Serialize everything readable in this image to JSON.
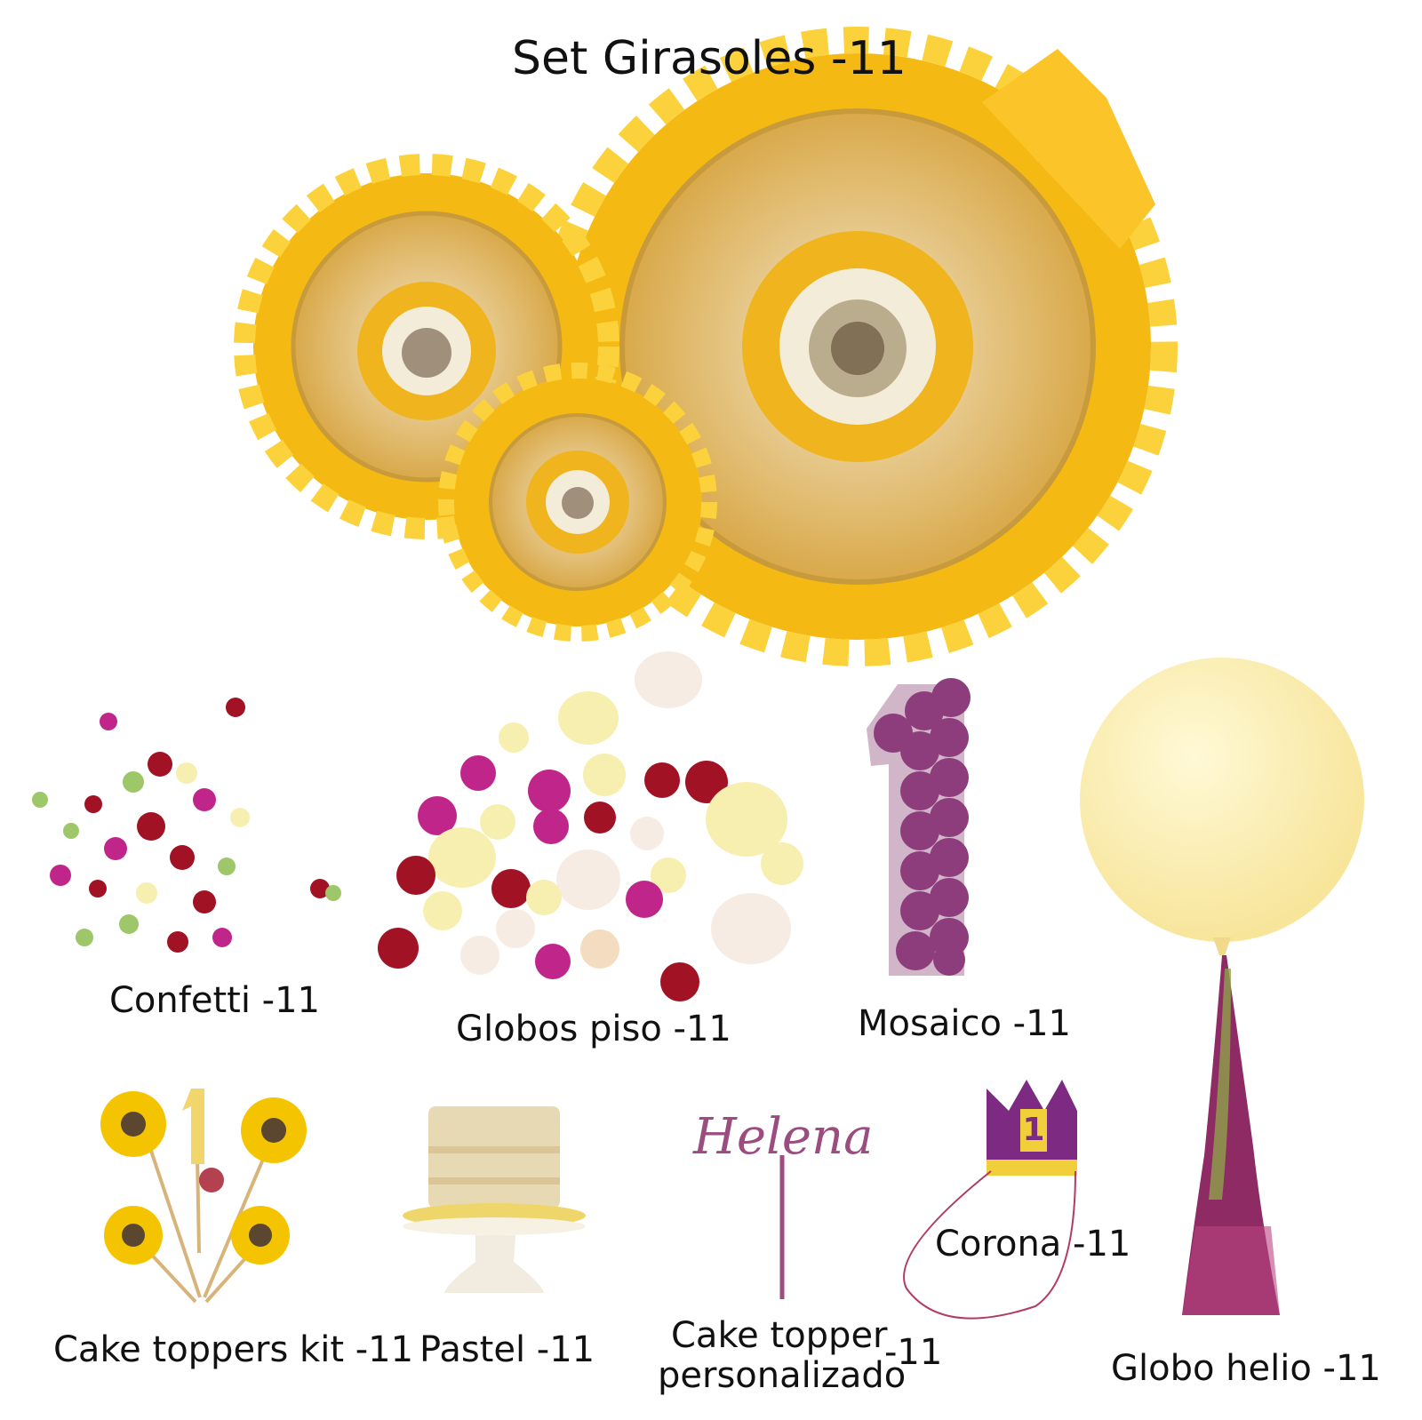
{
  "title": "Set Girasoles -11",
  "items": [
    {
      "label": "Confetti -11"
    },
    {
      "label": "Globos piso -11"
    },
    {
      "label": "Mosaico -11"
    },
    {
      "label": "Cake toppers kit -11"
    },
    {
      "label": "Pastel -11"
    },
    {
      "label_line1": "Cake topper",
      "label_line2": "personalizado",
      "label_suffix": "-11"
    },
    {
      "label": "Corona -11"
    },
    {
      "label": "Globo helio -11"
    }
  ],
  "cake_topper_name": "Helena",
  "mosaic_number": "1",
  "crown_number": "1",
  "colors": {
    "sunflower_yellow": "#f5b914",
    "sunflower_light": "#fbd23c",
    "string_beige": "#e8c98a",
    "center_cream": "#f3ecd8",
    "seed_brown": "#5b4630",
    "balloon_magenta": "#c0268a",
    "balloon_wine": "#a01224",
    "balloon_cream": "#f7efb0",
    "balloon_white": "#f6ece4",
    "mosaic_purple": "#8e3d7c",
    "helium_pale_yellow": "#fbf0b5",
    "crown_purple": "#7c2a82",
    "topper_mauve": "#9a4d7e"
  }
}
